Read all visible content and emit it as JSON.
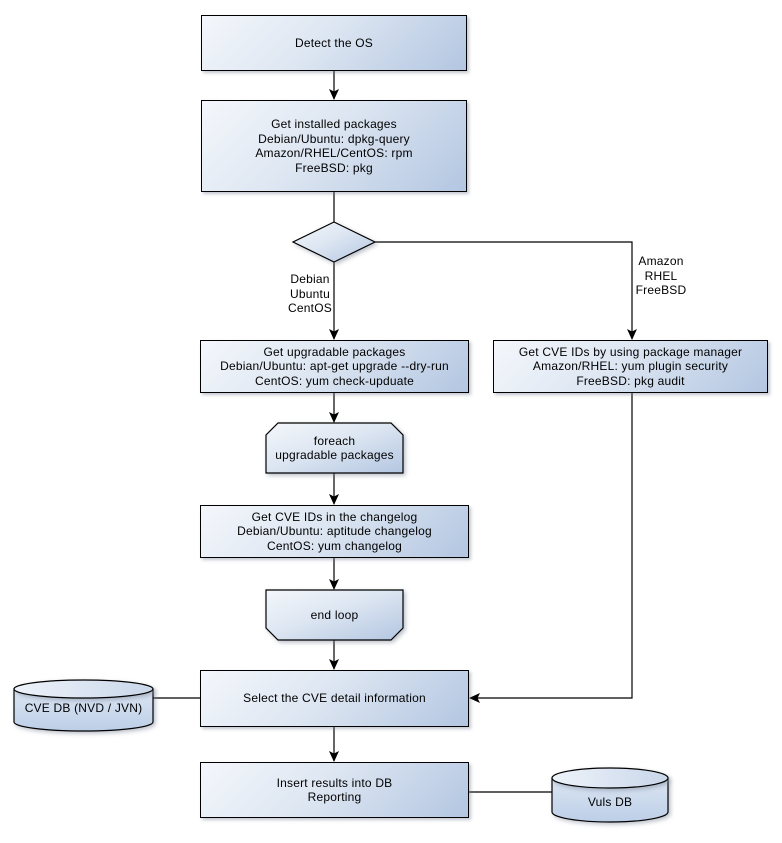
{
  "nodes": {
    "detect_os": "Detect the OS",
    "get_installed": "Get installed packages\nDebian/Ubuntu: dpkg-query\nAmazon/RHEL/CentOS: rpm\nFreeBSD: pkg",
    "branch_left": "Debian\nUbuntu\nCentOS",
    "branch_right": "Amazon\nRHEL\nFreeBSD",
    "get_upgradable": "Get upgradable packages\nDebian/Ubuntu: apt-get upgrade --dry-run\nCentOS: yum check-upduate",
    "get_cve_ids_pkg_manager": "Get CVE IDs by using package manager\nAmazon/RHEL: yum plugin security\nFreeBSD: pkg audit",
    "foreach_loop": "foreach\nupgradable packages",
    "get_cve_ids_changelog": "Get CVE IDs in the changelog\nDebian/Ubuntu: aptitude changelog\nCentOS: yum changelog",
    "end_loop": "end loop",
    "select_cve_detail": "Select the CVE detail information",
    "cve_db": "CVE DB (NVD / JVN)",
    "insert_results": "Insert results into DB\nReporting",
    "vuls_db": "Vuls DB"
  },
  "colors": {
    "shape_fill_light": "#f4f7fb",
    "shape_fill_dark": "#b3c6e1",
    "border": "#000000",
    "background": "#ffffff",
    "text": "#000000"
  }
}
